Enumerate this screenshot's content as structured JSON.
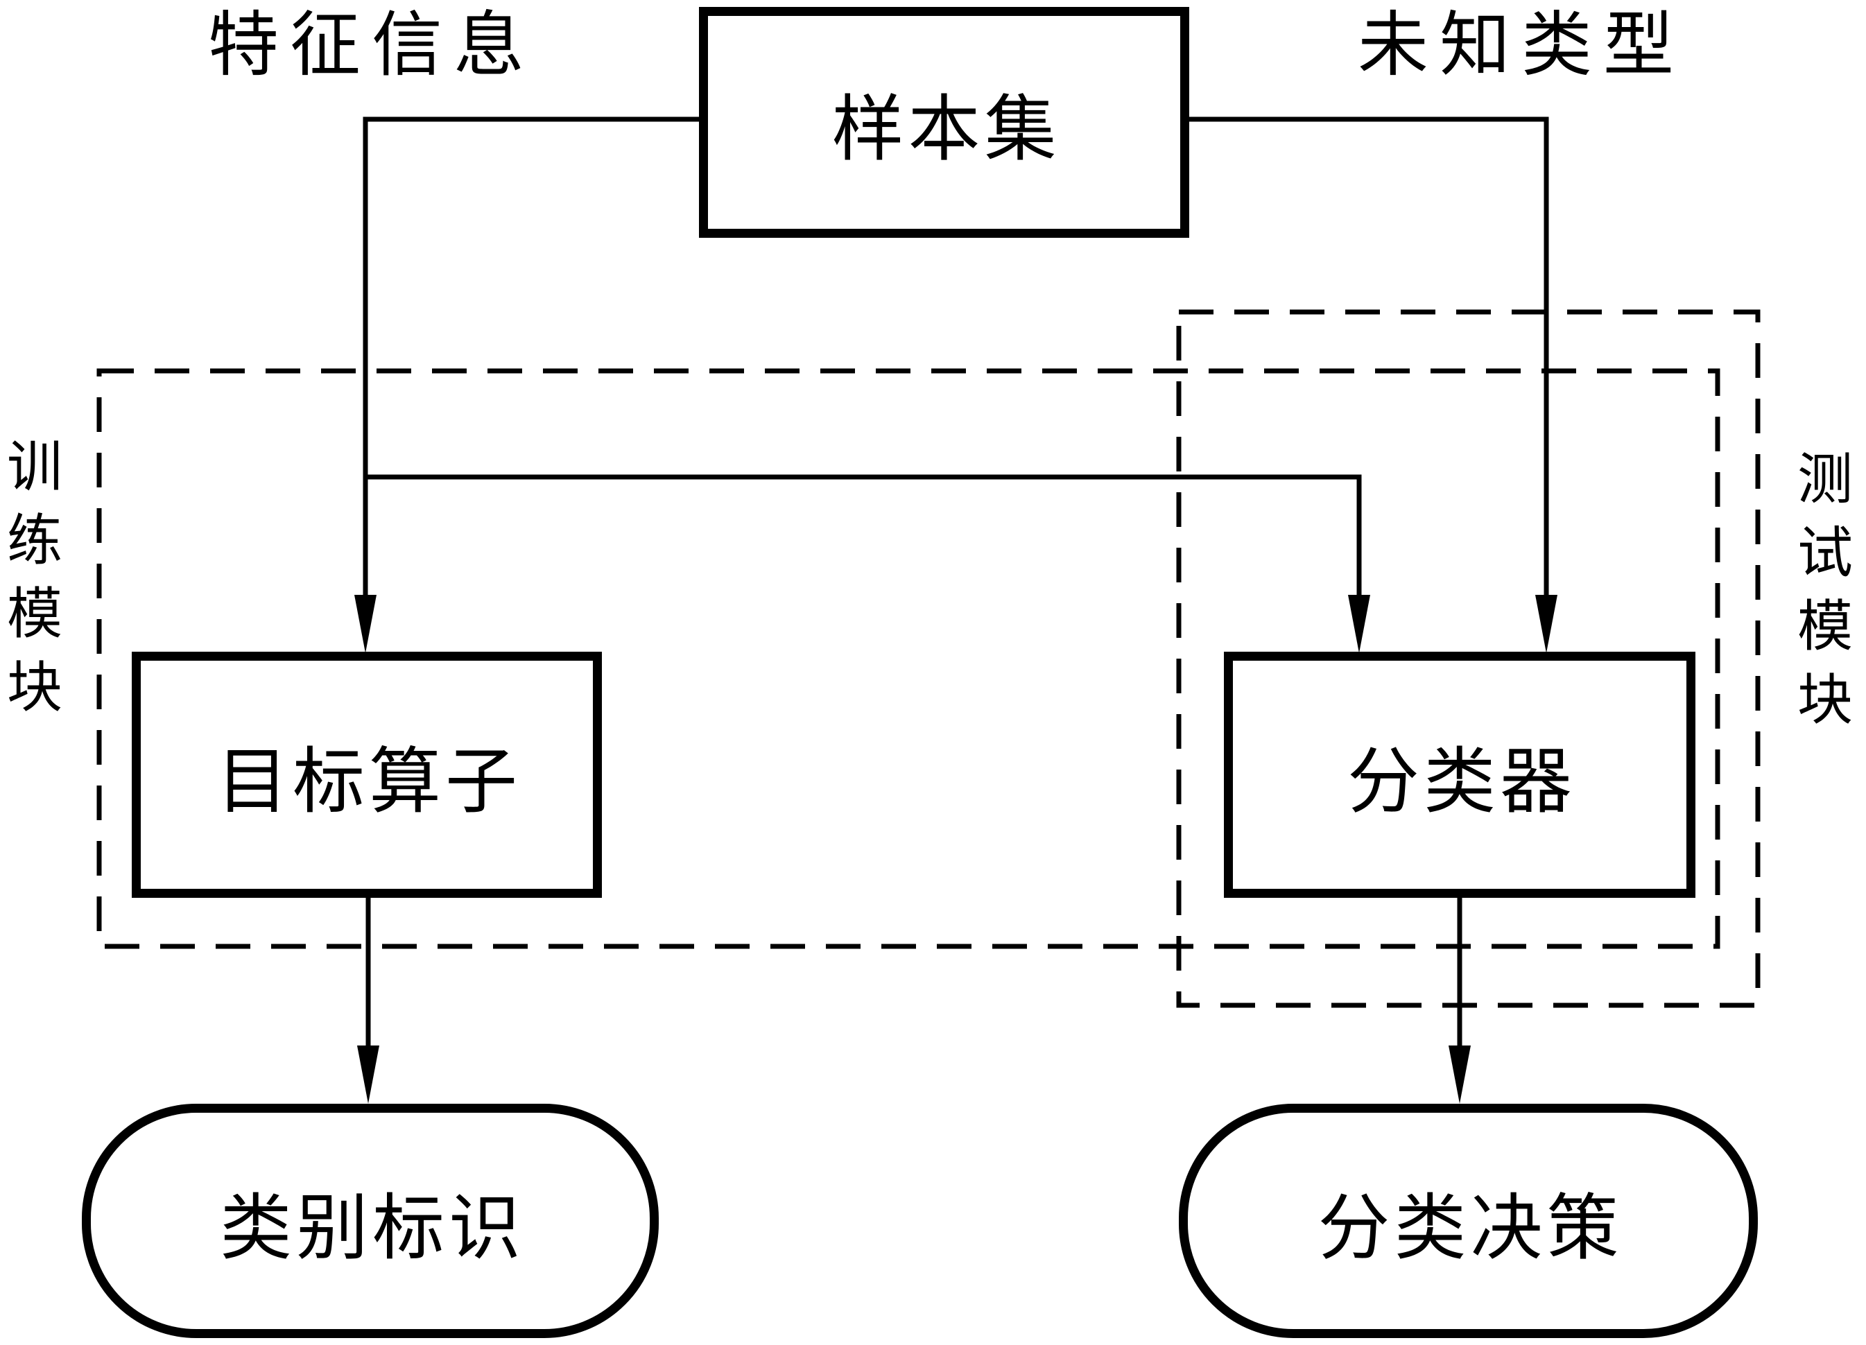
{
  "diagram": {
    "type": "flowchart",
    "colors": {
      "background": "#ffffff",
      "stroke": "#000000"
    },
    "nodes": {
      "sample_set": {
        "label": "样本集",
        "shape": "rectangle"
      },
      "target_operator": {
        "label": "目标算子",
        "shape": "rectangle"
      },
      "classifier": {
        "label": "分类器",
        "shape": "rectangle"
      },
      "class_label": {
        "label": "类别标识",
        "shape": "stadium"
      },
      "classification_decision": {
        "label": "分类决策",
        "shape": "stadium"
      }
    },
    "edge_labels": {
      "feature_info": "特征信息",
      "unknown_type": "未知类型"
    },
    "modules": {
      "training": {
        "label": "训练模块",
        "border": "dashed"
      },
      "testing": {
        "label": "测试模块",
        "border": "dashed"
      }
    },
    "edges": [
      {
        "from": "sample_set",
        "to": "target_operator",
        "label_key": "feature_info"
      },
      {
        "from": "sample_set",
        "to": "classifier",
        "label_key": "feature_info"
      },
      {
        "from": "sample_set",
        "to": "classifier",
        "label_key": "unknown_type"
      },
      {
        "from": "target_operator",
        "to": "class_label"
      },
      {
        "from": "classifier",
        "to": "classification_decision"
      }
    ]
  }
}
